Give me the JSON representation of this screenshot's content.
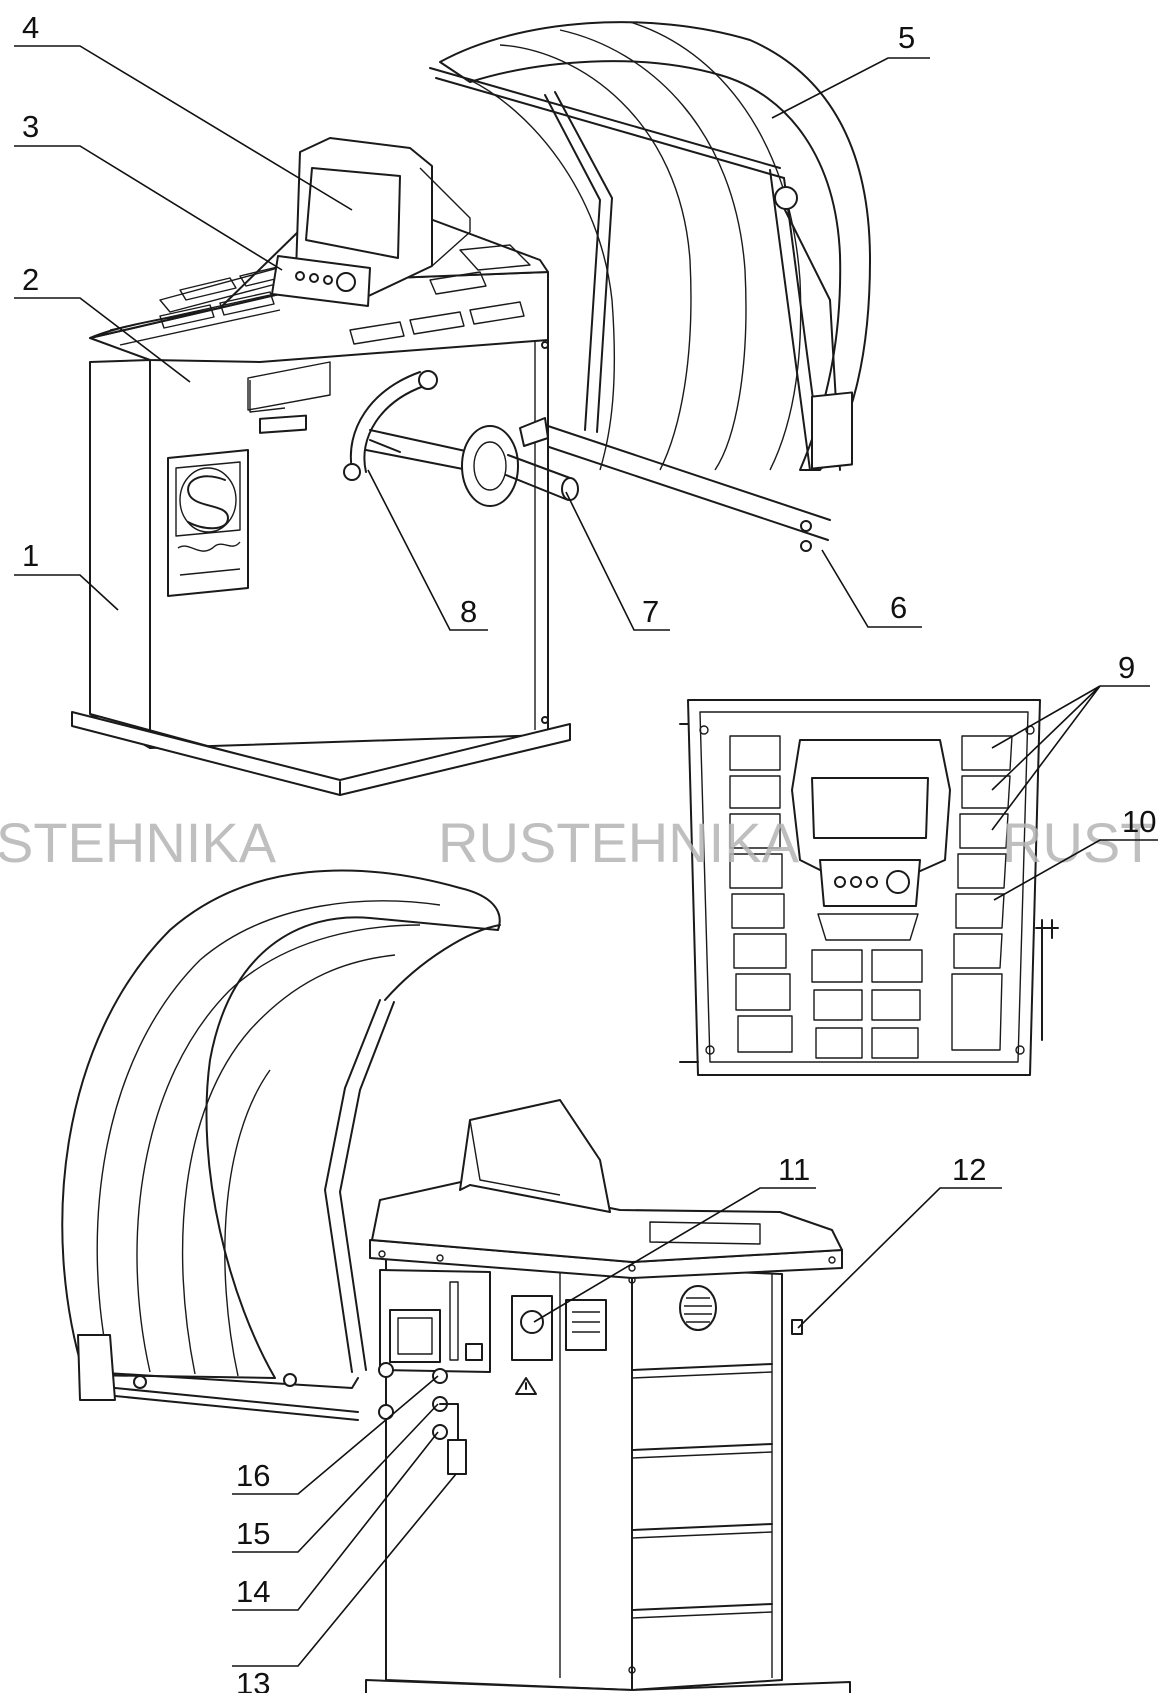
{
  "callouts": {
    "c1": "1",
    "c2": "2",
    "c3": "3",
    "c4": "4",
    "c5": "5",
    "c6": "6",
    "c7": "7",
    "c8": "8",
    "c9": "9",
    "c10": "10",
    "c11": "11",
    "c12": "12",
    "c13": "13",
    "c14": "14",
    "c15": "15",
    "c16": "16"
  },
  "watermark": {
    "left": "STEHNIKA",
    "center": "RUSTEHNIKA",
    "right": "RUST"
  },
  "colors": {
    "line": "#1a1a1a",
    "watermark": "#b5b5b5",
    "background": "#ffffff"
  },
  "icons": [
    "logo-s-icon",
    "warning-triangle-icon",
    "ventilation-grille-icon"
  ]
}
